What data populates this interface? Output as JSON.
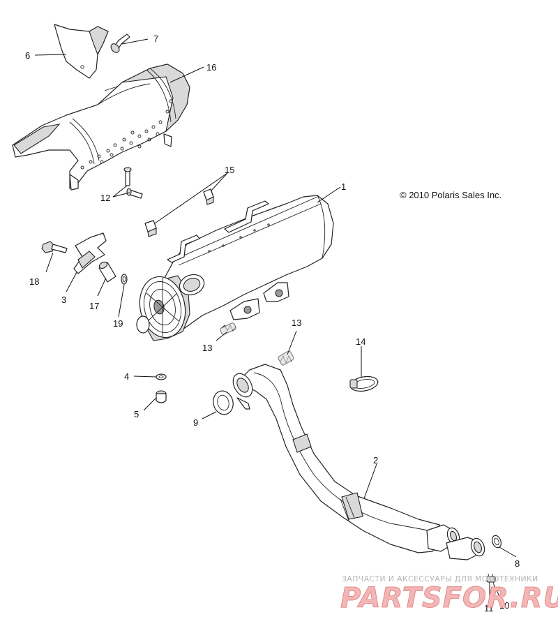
{
  "copyright": "© 2010 Polaris Sales Inc.",
  "callouts": {
    "c1": "1",
    "c2": "2",
    "c3": "3",
    "c4": "4",
    "c5": "5",
    "c6": "6",
    "c7": "7",
    "c8": "8",
    "c9": "9",
    "c10": "10",
    "c11": "11",
    "c12": "12",
    "c13a": "13",
    "c13b": "13",
    "c14": "14",
    "c15": "15",
    "c16": "16",
    "c17": "17",
    "c18": "18",
    "c19": "19"
  },
  "watermark": {
    "tagline": "ЗАПЧАСТИ И АКСЕССУАРЫ ДЛЯ МОТОТЕХНИКИ",
    "logo": "PARTSFOR.RU"
  }
}
